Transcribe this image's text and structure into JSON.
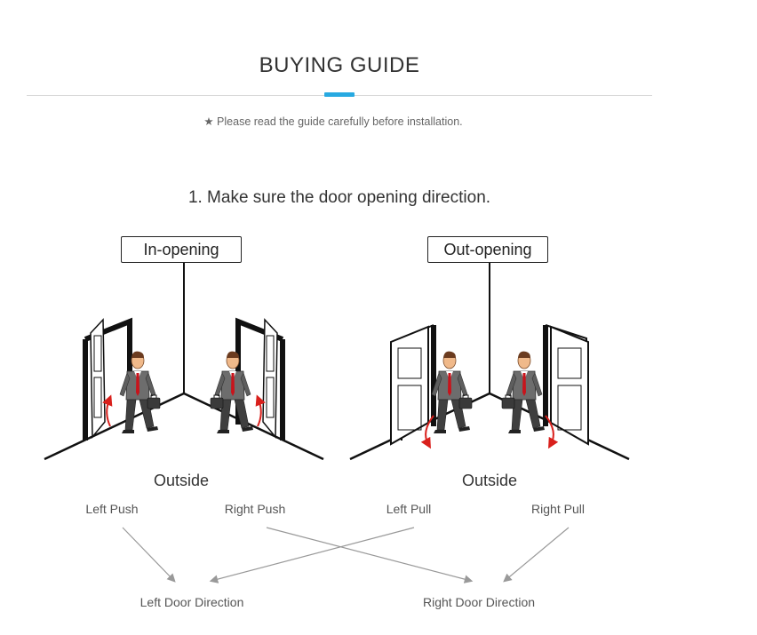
{
  "header": {
    "title": "BUYING GUIDE",
    "note": "★ Please read the guide carefully before installation."
  },
  "step": {
    "title": "1. Make sure the door opening direction."
  },
  "panels": {
    "in": {
      "label": "In-opening",
      "outside": "Outside"
    },
    "out": {
      "label": "Out-opening",
      "outside": "Outside"
    }
  },
  "types": {
    "left_push": "Left Push",
    "right_push": "Right Push",
    "left_pull": "Left Pull",
    "right_pull": "Right Pull"
  },
  "directions": {
    "left": "Left Door Direction",
    "right": "Right Door Direction"
  },
  "colors": {
    "accent": "#27a9e1",
    "arrow_red": "#d9201c",
    "tie_red": "#c8141c"
  }
}
